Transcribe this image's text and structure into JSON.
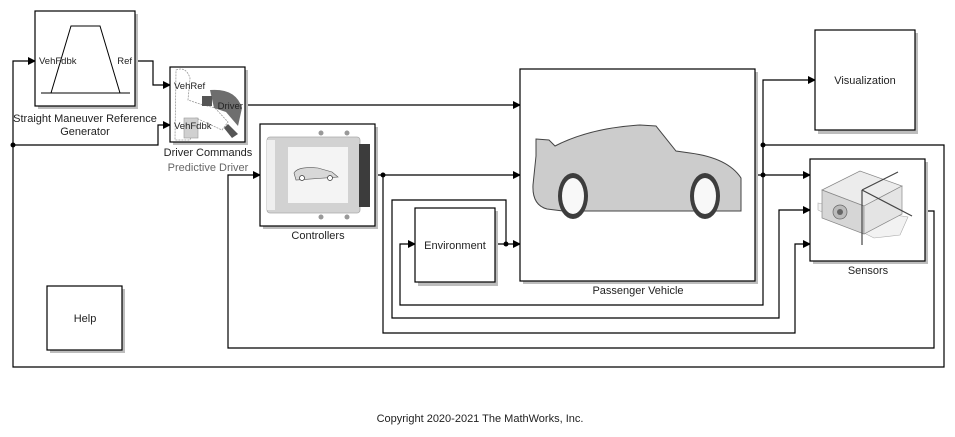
{
  "blocks": {
    "reference_generator": {
      "label_line1": "Straight Maneuver Reference",
      "label_line2": "Generator",
      "in_port": "VehFdbk",
      "out_port": "Ref"
    },
    "driver": {
      "label": "Driver Commands",
      "sublabel": "Predictive Driver",
      "in_port_1": "VehRef",
      "in_port_2": "VehFdbk",
      "out_port": "Driver"
    },
    "controllers": {
      "label": "Controllers"
    },
    "environment": {
      "label": "Environment"
    },
    "passenger_vehicle": {
      "label": "Passenger Vehicle"
    },
    "visualization": {
      "label": "Visualization"
    },
    "sensors": {
      "label": "Sensors"
    },
    "help": {
      "label": "Help"
    }
  },
  "footer": {
    "copyright": "Copyright 2020-2021 The MathWorks, Inc."
  }
}
